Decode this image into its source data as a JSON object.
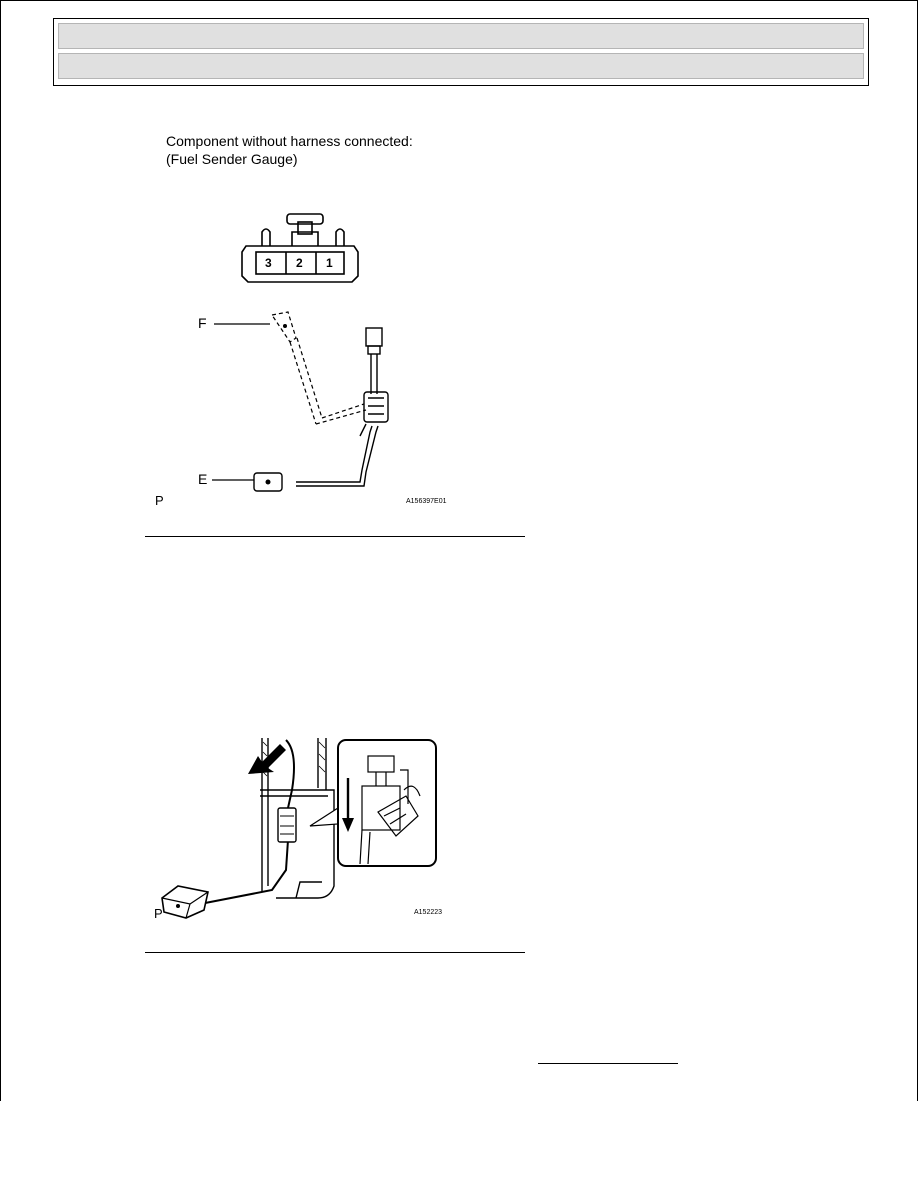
{
  "figure1": {
    "caption_line1": "Component without harness connected:",
    "caption_line2": "(Fuel Sender Gauge)",
    "pins": [
      "3",
      "2",
      "1"
    ],
    "callout_f": "F",
    "callout_e": "E",
    "marker": "P",
    "figure_id": "A156397E01"
  },
  "figure2": {
    "marker": "P",
    "figure_id": "A152223"
  }
}
